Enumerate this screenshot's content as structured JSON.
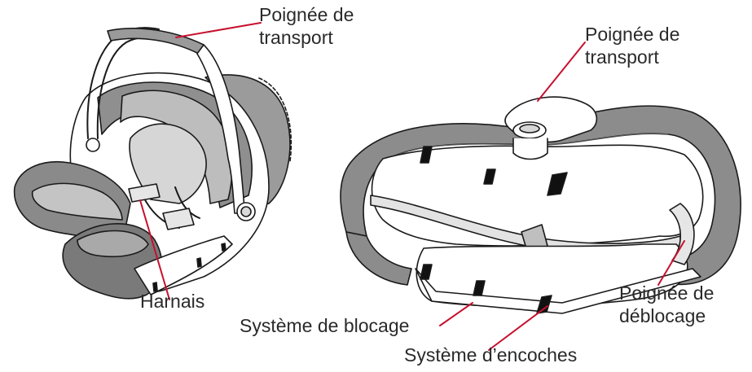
{
  "labels": {
    "handle_left_line1": "Poignée de",
    "handle_left_line2": "transport",
    "handle_right_line1": "Poignée de",
    "handle_right_line2": "transport",
    "harness": "Harnais",
    "locking_system": "Système de blocage",
    "notch_system": "Système d’encoches",
    "release_handle_line1": "Poignée de",
    "release_handle_line2": "déblocage"
  },
  "colors": {
    "leader_line": "#c8102e",
    "outline": "#1a1a1a",
    "fabric_dark": "#7d7d7d",
    "fabric_mid": "#a3a3a3",
    "fabric_light": "#cfcfcf",
    "shell": "#ffffff",
    "plastic_light": "#e6e6e6",
    "notch_black": "#111111"
  }
}
